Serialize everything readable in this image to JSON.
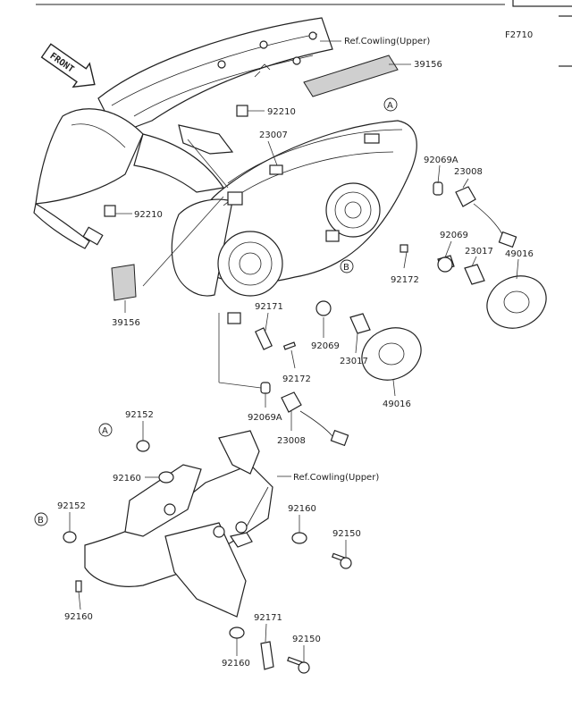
{
  "figure_id": "F2710",
  "front_arrow": "FRONT",
  "callouts": {
    "ref_cowling_top": "Ref.Cowling(Upper)",
    "ref_cowling_mid": "Ref.Cowling(Upper)",
    "p39156_top": "39156",
    "p92210_a": "92210",
    "p92210_b": "92210",
    "p23007": "23007",
    "p92069A_top": "92069A",
    "p23008_top": "23008",
    "p92069_r": "92069",
    "p23017_r": "23017",
    "p49016_r": "49016",
    "p92172_r": "92172",
    "p39156_left": "39156",
    "p92171_top": "92171",
    "p92069_mid": "92069",
    "p23017_mid": "23017",
    "p92172_mid": "92172",
    "p49016_mid": "49016",
    "p92069A_mid": "92069A",
    "p23008_mid": "23008",
    "p92152_a": "92152",
    "p92160_a": "92160",
    "p92152_b": "92152",
    "p92160_b": "92160",
    "p92150_a": "92150",
    "p92160_left": "92160",
    "p92171_bottom": "92171",
    "p92150_b": "92150",
    "p92160_bottom": "92160"
  },
  "markers": {
    "a": "A",
    "b": "B"
  }
}
